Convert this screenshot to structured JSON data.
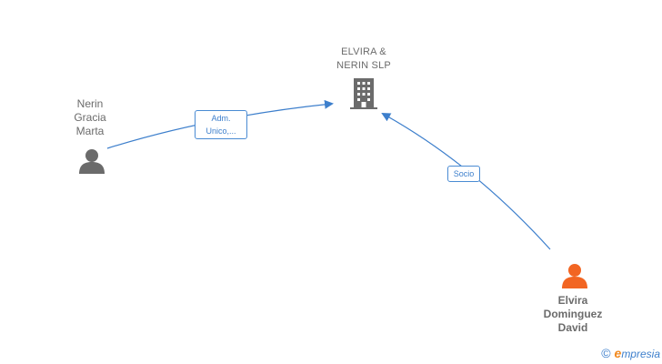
{
  "nodes": {
    "company": {
      "label": "ELVIRA &\nNERIN  SLP",
      "icon": "building-icon"
    },
    "person_1": {
      "label": "Nerin\nGracia\nMarta",
      "icon": "person-icon"
    },
    "person_2": {
      "label": "Elvira\nDominguez\nDavid",
      "icon": "person-icon",
      "color": "#f26522"
    }
  },
  "edges": [
    {
      "from": "person_1",
      "to": "company",
      "label": "Adm.\nUnico,..."
    },
    {
      "from": "person_2",
      "to": "company",
      "label": "Socio"
    }
  ],
  "colors": {
    "edge": "#3d7fcc",
    "person": "#6b6b6b",
    "building": "#6b6b6b",
    "highlight": "#f26522"
  },
  "footer": {
    "copyright": "©",
    "brand_initial": "e",
    "brand_rest": "mpresia"
  }
}
